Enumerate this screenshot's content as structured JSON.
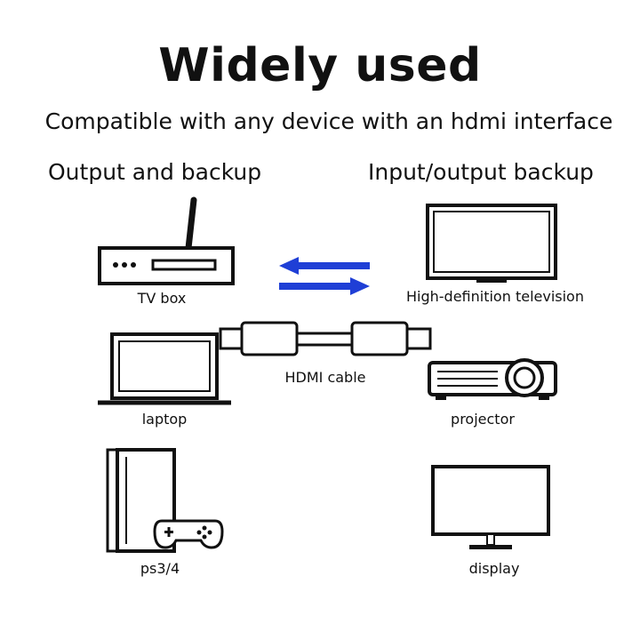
{
  "title": "Widely used",
  "subtitle": "Compatible with any device with an hdmi interface",
  "left_heading": "Output and backup",
  "right_heading": "Input/output backup",
  "devices": {
    "tv_box": "TV box",
    "hdtv": "High-definition television",
    "laptop": "laptop",
    "projector": "projector",
    "ps": "ps3/4",
    "display": "display"
  },
  "cable_label": "HDMI cable",
  "arrow_color": "#1f3fd6",
  "icons": [
    "tv-box-icon",
    "television-icon",
    "laptop-icon",
    "projector-icon",
    "console-icon",
    "gamepad-icon",
    "monitor-icon",
    "hdmi-cable-icon",
    "arrow-left-icon",
    "arrow-right-icon"
  ]
}
